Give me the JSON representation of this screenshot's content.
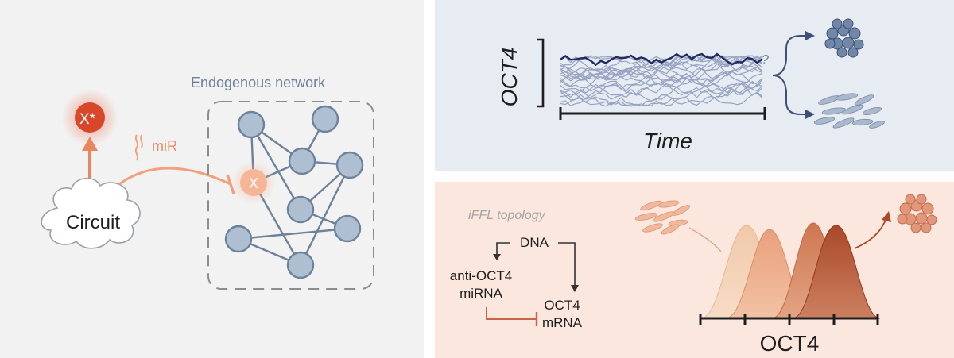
{
  "left_panel": {
    "network_title": "Endogenous network",
    "circuit_label": "Circuit",
    "mir_label": "miR",
    "target_node_label": "X",
    "output_node_label": "X*"
  },
  "top_right_panel": {
    "y_axis_label": "OCT4",
    "x_axis_label": "Time",
    "question_mark": "?"
  },
  "bottom_right_panel": {
    "topology_title": "iFFL topology",
    "dna_label": "DNA",
    "mirna_label_line1": "anti-OCT4",
    "mirna_label_line2": "miRNA",
    "mrna_label_line1": "OCT4",
    "mrna_label_line2": "mRNA",
    "x_axis_label": "OCT4"
  },
  "colors": {
    "node_fill": "#aebfd2",
    "node_stroke": "#6d819a",
    "accent_orange": "#e8865e",
    "output_red": "#d9472b",
    "trace_dark": "#232a5e",
    "trace_light": "#8996b8",
    "dist_1": "#f1c9aa",
    "dist_2": "#e9a07c",
    "dist_3": "#cf7650",
    "dist_4": "#a9492a"
  }
}
